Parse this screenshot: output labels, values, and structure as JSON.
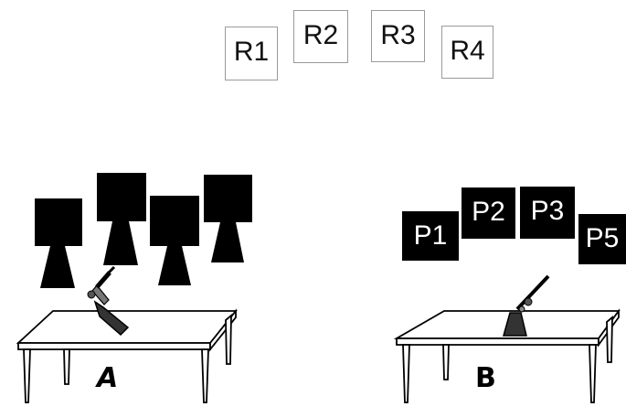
{
  "top_row": {
    "labels": [
      "R1",
      "R2",
      "R3",
      "R4"
    ]
  },
  "scene_a": {
    "label": "A"
  },
  "scene_b": {
    "labels": [
      "P1",
      "P2",
      "P3",
      "P5"
    ],
    "label": "B"
  },
  "colors": {
    "outline": "#9a9a9a",
    "ink": "#000000",
    "paper": "#ffffff"
  }
}
